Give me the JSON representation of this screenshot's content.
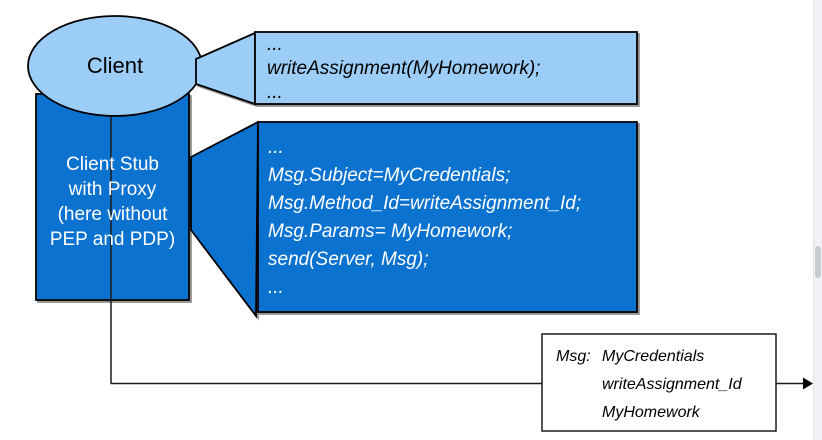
{
  "diagram": {
    "client": {
      "label": "Client"
    },
    "client_stub": {
      "lines": [
        "Client Stub",
        "with Proxy",
        "(here without",
        "PEP and PDP)"
      ]
    },
    "client_code": {
      "lines": [
        "...",
        "writeAssignment(MyHomework);",
        "..."
      ]
    },
    "stub_code": {
      "lines": [
        "...",
        "Msg.Subject=MyCredentials;",
        "Msg.Method_Id=writeAssignment_Id;",
        "Msg.Params= MyHomework;",
        "send(Server, Msg);",
        "..."
      ]
    },
    "message": {
      "label": "Msg:",
      "values": [
        "MyCredentials",
        "writeAssignment_Id",
        "MyHomework"
      ]
    },
    "colors": {
      "shape_light_blue": "#9bcdf6",
      "shape_dark_blue": "#0b72cf",
      "message_box_fill": "#ffffff",
      "outline": "#000000",
      "code_dark_text": "#ffffff",
      "code_light_text": "#000000"
    }
  }
}
